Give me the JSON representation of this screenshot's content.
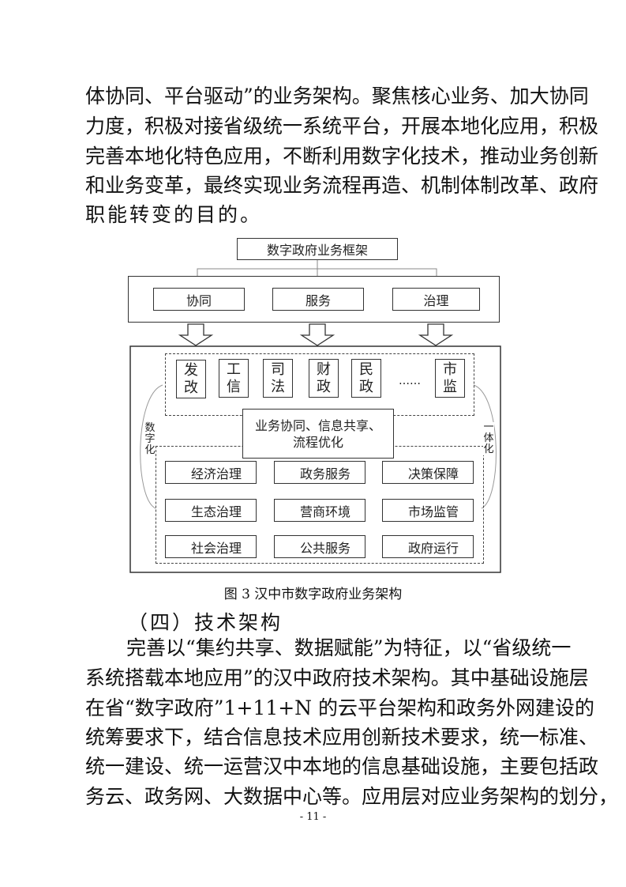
{
  "top_paragraph": [
    "体协同、平台驱动”的业务架构。聚焦核心业务、加大协同",
    "力度，积极对接省级统一系统平台，开展本地化应用，积极",
    "完善本地化特色应用，不断利用数字化技术，推动业务创新",
    "和业务变革，最终实现业务流程再造、机制体制改革、政府",
    "职能转变的目的。"
  ],
  "diagram": {
    "title": "数字政府业务框架",
    "pillars": [
      "协同",
      "服务",
      "治理"
    ],
    "departments": [
      [
        "发",
        "改"
      ],
      [
        "工",
        "信"
      ],
      [
        "司",
        "法"
      ],
      [
        "财",
        "政"
      ],
      [
        "民",
        "政"
      ],
      [
        "市",
        "监"
      ]
    ],
    "ellipsis": "……",
    "center": [
      "业务协同、信息共享、",
      "流程优化"
    ],
    "left_label": "数字化",
    "right_label": "一体化",
    "domains": [
      "经济治理",
      "政务服务",
      "决策保障",
      "生态治理",
      "营商环境",
      "市场监管",
      "社会治理",
      "公共服务",
      "政府运行"
    ]
  },
  "caption": "图 3  汉中市数字政府业务架构",
  "section_heading": "（四）技术架构",
  "body_paragraph": [
    "完善以“集约共享、数据赋能”为特征，以“省级统一",
    "系统搭载本地应用”的汉中政府技术架构。其中基础设施层",
    "在省“数字政府”1+11+N 的云平台架构和政务外网建设的",
    "统筹要求下，结合信息技术应用创新技术要求，统一标准、",
    "统一建设、统一运营汉中本地的信息基础设施，主要包括政",
    "务云、政务网、大数据中心等。应用层对应业务架构的划分，"
  ],
  "page_number": "- 11 -"
}
